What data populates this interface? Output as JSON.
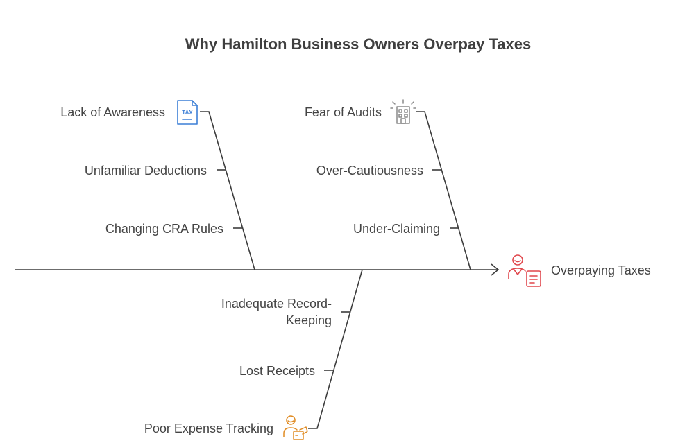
{
  "title": "Why Hamilton Business Owners Overpay Taxes",
  "effect": {
    "label": "Overpaying Taxes",
    "icon": "person-document-icon",
    "color": "#e0474c"
  },
  "categories": [
    {
      "name": "Lack of Awareness",
      "icon": "tax-document-icon",
      "color": "#3c7fd6",
      "causes": [
        "Unfamiliar Deductions",
        "Changing CRA Rules"
      ]
    },
    {
      "name": "Fear of Audits",
      "icon": "office-building-icon",
      "color": "#8a8a8a",
      "causes": [
        "Over-Cautiousness",
        "Under-Claiming"
      ]
    },
    {
      "name": "Poor Expense Tracking",
      "icon": "person-wallet-icon",
      "color": "#e08b22",
      "causes": [
        "Inadequate Record-Keeping",
        "Lost Receipts"
      ]
    }
  ]
}
